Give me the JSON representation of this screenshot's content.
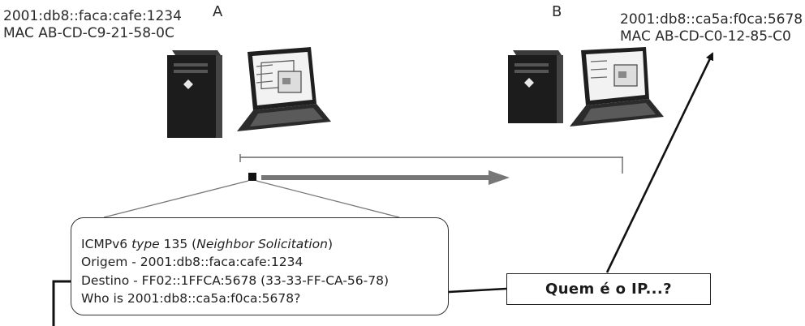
{
  "host_a": {
    "label": "A",
    "ip": "2001:db8::faca:cafe:1234",
    "mac": "MAC  AB-CD-C9-21-58-0C"
  },
  "host_b": {
    "label": "B",
    "ip": "2001:db8::ca5a:f0ca:5678",
    "mac": "MAC  AB-CD-C0-12-85-C0"
  },
  "packet": {
    "line1_pre": "ICMPv6 ",
    "line1_type": "type",
    "line1_mid": " 135 (",
    "line1_name": "Neighbor Solicitation",
    "line1_post": ")",
    "line2": "Origem - 2001:db8::faca:cafe:1234",
    "line3": "Destino - FF02::1FFCA:5678 (33-33-FF-CA-56-78)",
    "line4": "Who is 2001:db8::ca5a:f0ca:5678?"
  },
  "callout": {
    "text": "Quem é o IP...?"
  }
}
